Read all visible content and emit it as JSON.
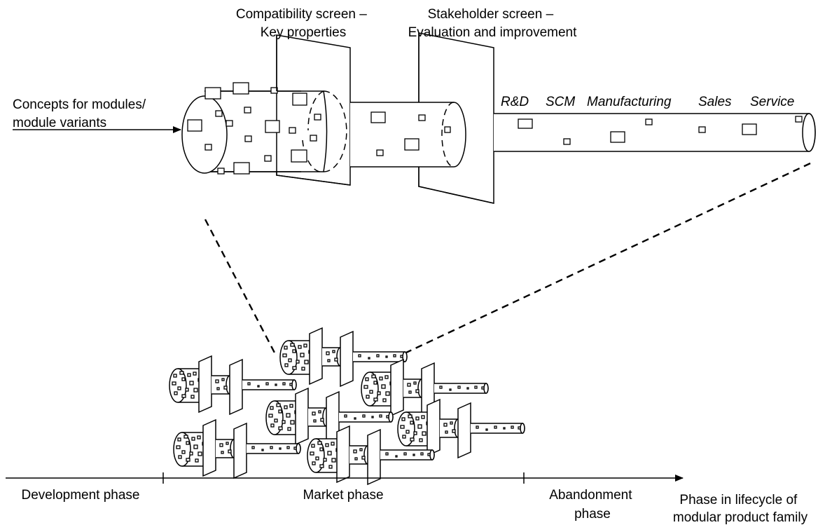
{
  "labels": {
    "compatibility_screen": [
      "Compatibility screen –",
      "Key properties"
    ],
    "stakeholder_screen": [
      "Stakeholder screen –",
      "Evaluation and improvement"
    ],
    "concepts": [
      "Concepts for modules/",
      "module variants"
    ],
    "stakeholders": [
      "R&D",
      "SCM",
      "Manufacturing",
      "Sales",
      "Service"
    ]
  },
  "timeline": {
    "phases": [
      {
        "name": "development",
        "label": [
          "Development phase"
        ]
      },
      {
        "name": "market",
        "label": [
          "Market phase"
        ]
      },
      {
        "name": "abandonment",
        "label": [
          "Abandonment",
          "phase"
        ]
      }
    ],
    "axis_label": [
      "Phase in lifecycle of",
      "modular product family"
    ]
  },
  "module_families": [
    {
      "id": "family-1"
    },
    {
      "id": "family-2"
    },
    {
      "id": "family-3"
    },
    {
      "id": "family-4"
    },
    {
      "id": "family-5"
    },
    {
      "id": "family-6"
    },
    {
      "id": "family-7"
    }
  ]
}
